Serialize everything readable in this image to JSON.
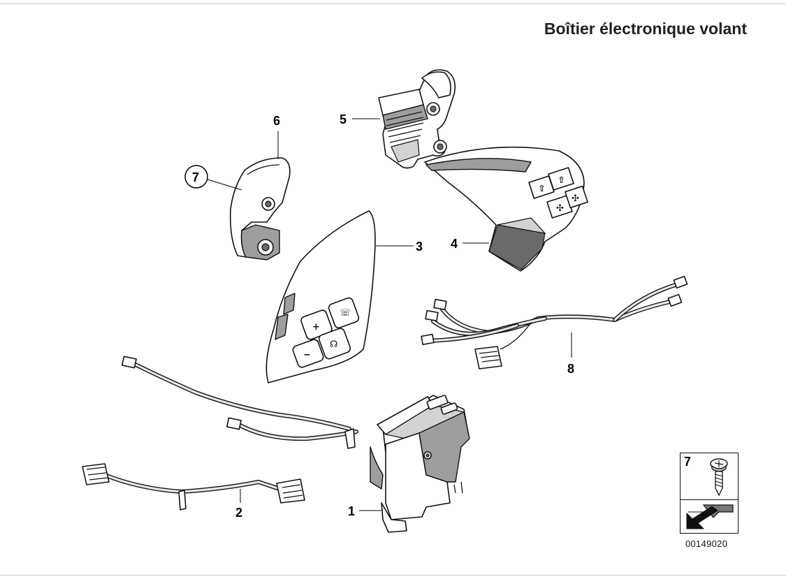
{
  "title": "Boîtier électronique volant",
  "diagram_id": "00149020",
  "callouts": {
    "c1": "1",
    "c2": "2",
    "c3": "3",
    "c4": "4",
    "c5": "5",
    "c6": "6",
    "c7": "7",
    "c8": "8"
  },
  "legend": {
    "number": "7"
  },
  "button_glyphs": {
    "plus": "+",
    "minus": "−"
  }
}
